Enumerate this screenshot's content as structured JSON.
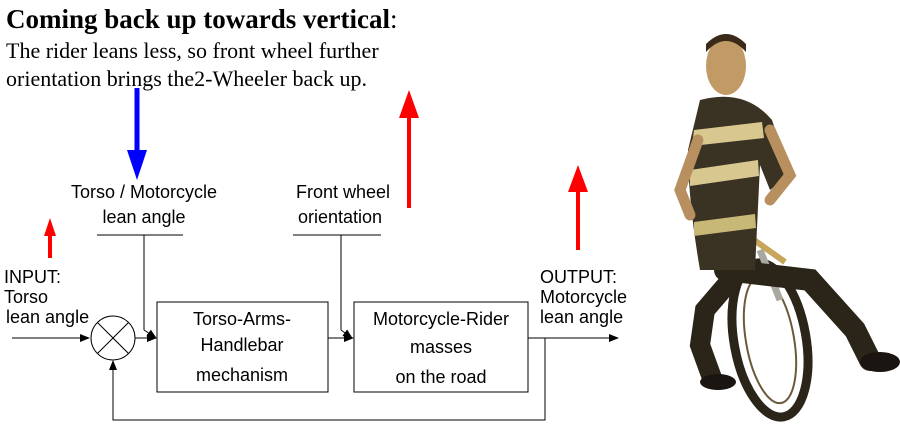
{
  "heading": {
    "title": "Coming back up towards vertical",
    "colon": ":"
  },
  "description": {
    "line1": "The rider leans less, so front wheel further",
    "line2": "orientation brings the2-Wheeler back up."
  },
  "labels": {
    "torso_motorcycle": [
      "Torso / Motorcycle",
      "lean angle"
    ],
    "front_wheel": [
      "Front wheel",
      "orientation"
    ],
    "input": [
      "INPUT:",
      "Torso",
      "lean angle"
    ],
    "output": [
      "OUTPUT:",
      "Motorcycle",
      "lean angle"
    ]
  },
  "blocks": {
    "mechanism": [
      "Torso-Arms-",
      "Handlebar",
      "mechanism"
    ],
    "masses": [
      "Motorcycle-Rider",
      "masses",
      "on the road"
    ]
  },
  "colors": {
    "increase_arrow": "#ff0000",
    "decrease_arrow": "#0000ff",
    "lines": "#000000"
  },
  "photo": {
    "icon": "cyclist-figure-icon"
  }
}
